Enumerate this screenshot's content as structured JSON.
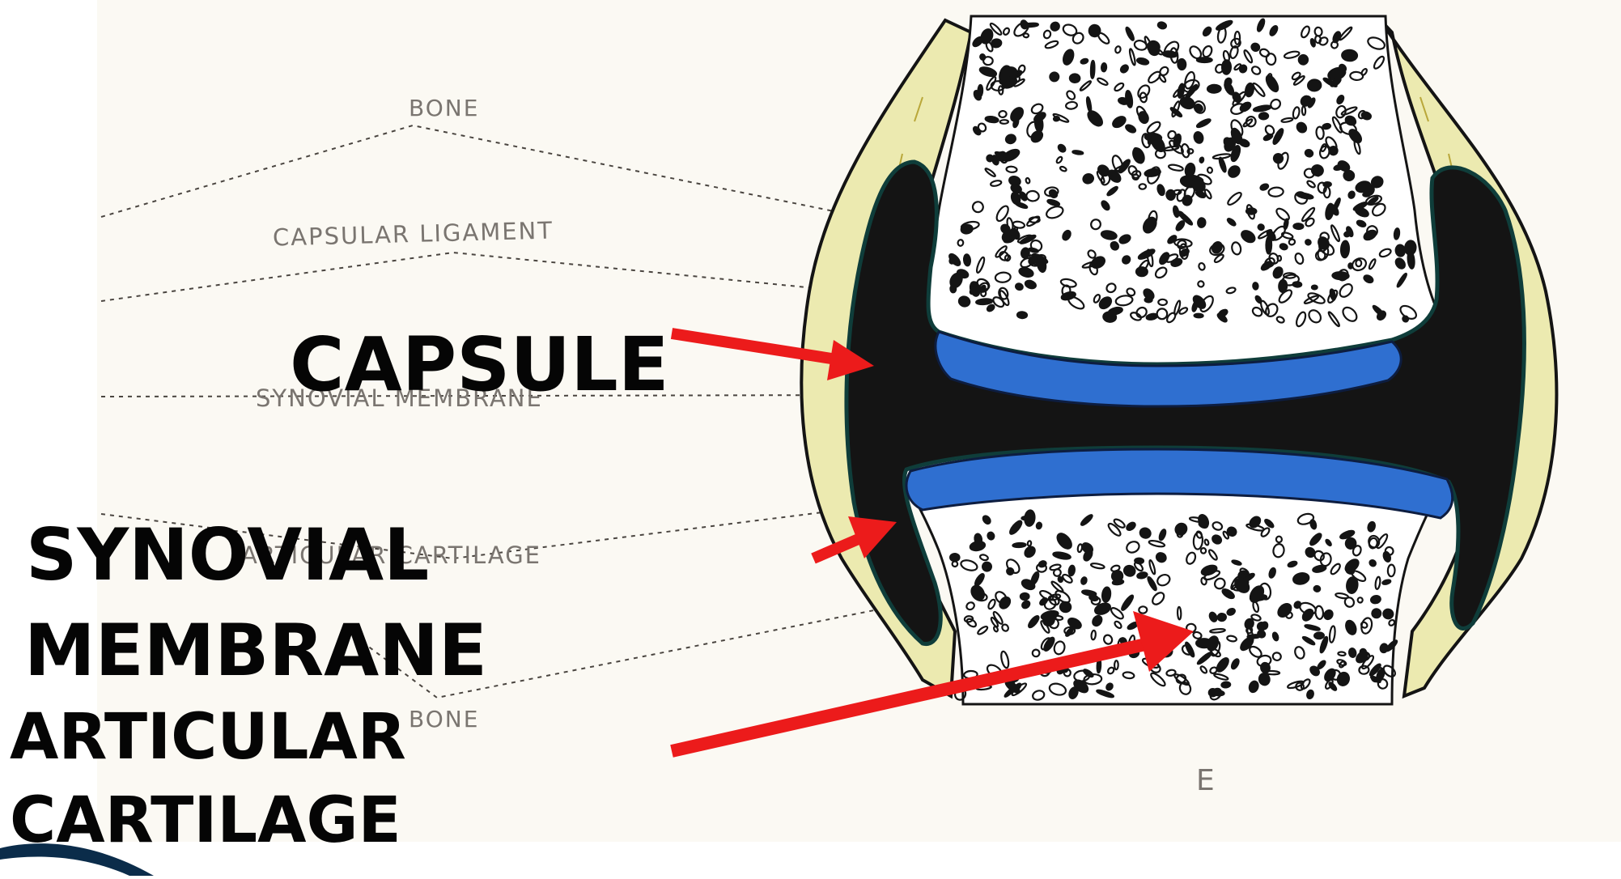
{
  "diagram": {
    "printed_labels": {
      "bone_top": "BONE",
      "capsular_ligament": "CAPSULAR LIGAMENT",
      "synovial_membrane": "SYNOVIAL MEMBRANE",
      "articular_cartilage": "ARTICULAR CARTILAGE",
      "bone_bottom": "BONE",
      "figure_letter": "E"
    },
    "overlay_labels": {
      "capsule": "CAPSULE",
      "synovial_line1": "SYNOVIAL",
      "synovial_line2": "MEMBRANE",
      "articular_line1": "ARTICULAR",
      "articular_line2": "CARTILAGE"
    },
    "colors": {
      "page": "#fbf9f3",
      "arrow": "#ec1b1b",
      "cavity": "#141414",
      "cartilage": "#2f6fd0",
      "capsule_tissue": "#eceab0",
      "leader": "#4a4540"
    }
  }
}
